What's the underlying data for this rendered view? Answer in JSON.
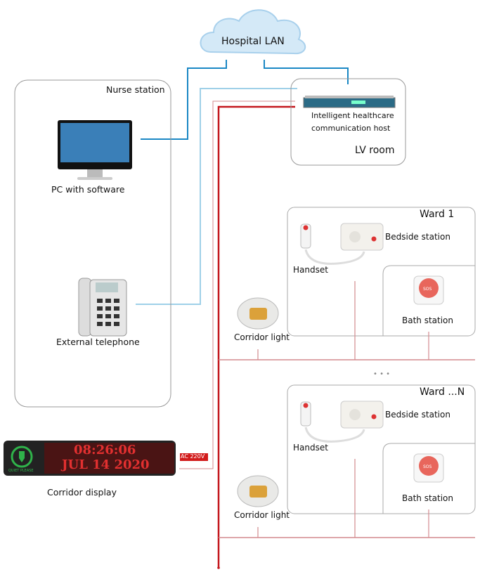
{
  "cloud": {
    "label": "Hospital LAN"
  },
  "nurse_station": {
    "title": "Nurse station",
    "pc_label": "PC with software",
    "phone_label": "External telephone"
  },
  "lv_room": {
    "title": "LV room",
    "host_label_1": "Intelligent healthcare",
    "host_label_2": "communication host"
  },
  "display": {
    "time": "08:26:06",
    "date": "JUL 14 2020",
    "logo_text": "QUIET PLEASE",
    "label": "Corridor display",
    "power_badge": "AC 220V"
  },
  "wards": [
    {
      "title": "Ward 1",
      "bedside": "Bedside station",
      "handset": "Handset",
      "bath": "Bath station",
      "corridor_light": "Corridor light",
      "bath_button_text": "SOS"
    },
    {
      "title": "Ward ...N",
      "bedside": "Bedside station",
      "handset": "Handset",
      "bath": "Bath station",
      "corridor_light": "Corridor light",
      "bath_button_text": "SOS"
    }
  ],
  "ellipsis": "• • •",
  "colors": {
    "lan": "#1a87c4",
    "phone_line": "#9fd0e8",
    "power": "#c4161c",
    "bus": "#d38a8e"
  }
}
